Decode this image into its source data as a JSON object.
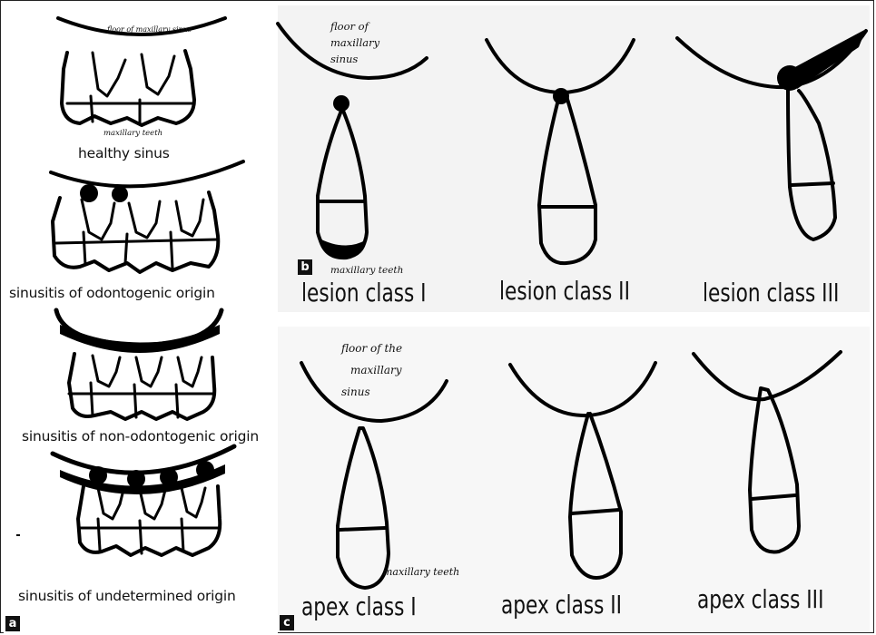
{
  "panel_a": {
    "letter": "a",
    "stages": [
      {
        "caption": "healthy sinus",
        "top_note": "floor of maxillary sinus",
        "bottom_note": "maxillary teeth"
      },
      {
        "caption": "sinusitis of odontogenic origin"
      },
      {
        "caption": "sinusitis of non-odontogenic origin"
      },
      {
        "caption": "sinusitis of undetermined origin"
      }
    ]
  },
  "panel_b": {
    "letter": "b",
    "floor_note_line1": "floor of",
    "floor_note_line2": "maxillary",
    "floor_note_line3": "sinus",
    "teeth_note": "maxillary teeth",
    "classes": [
      "lesion class I",
      "lesion class II",
      "lesion class III"
    ]
  },
  "panel_c": {
    "letter": "c",
    "floor_note_line1": "floor of the",
    "floor_note_line2": "maxillary",
    "floor_note_line3": "sinus",
    "teeth_note": "maxillary teeth",
    "classes": [
      "apex class I",
      "apex class II",
      "apex class III"
    ]
  }
}
